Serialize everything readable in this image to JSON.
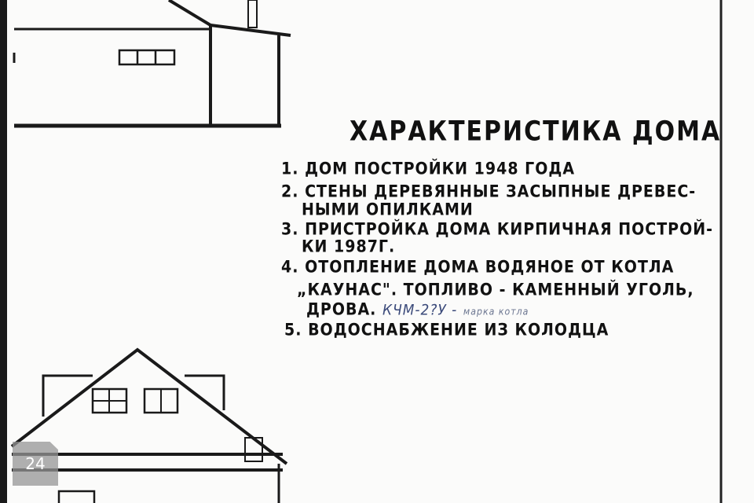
{
  "document": {
    "title": "Характеристика дома",
    "items": [
      {
        "num": "1.",
        "lines": [
          "Дом постройки 1948 года"
        ]
      },
      {
        "num": "2.",
        "lines": [
          "Стены деревянные засыпные древес-",
          "ными опилками"
        ]
      },
      {
        "num": "3.",
        "lines": [
          "Пристройка дома кирпичная построй-",
          "ки 1987г."
        ]
      },
      {
        "num": "4.",
        "lines": [
          "Отопление дома водяное от котла",
          "„Каунас\". Топливо - каменный уголь,",
          "дрова."
        ]
      },
      {
        "num": "5.",
        "lines": [
          "Водоснабжение из колодца"
        ]
      }
    ],
    "handwritten_note": "КЧМ-2?У -",
    "handwritten_note_2": "марка котла"
  },
  "page_badge": "24"
}
